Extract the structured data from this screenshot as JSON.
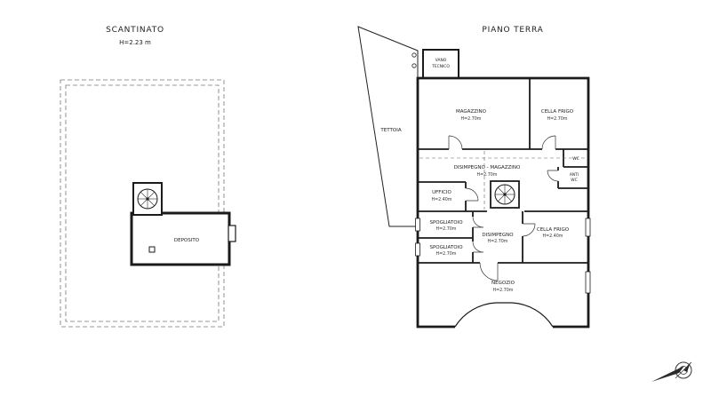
{
  "style": {
    "background": "#ffffff",
    "line_color": "#1b1b1b",
    "dashed_boundary_color": "#777777",
    "text_color": "#222222"
  },
  "icons": {
    "compass": "north-compass-icon",
    "spiral_stair": "spiral-staircase"
  },
  "basement": {
    "title": "SCANTINATO",
    "height_note": "H=2.23 m",
    "rooms": {
      "deposito": {
        "label": "DEPOSITO"
      }
    }
  },
  "ground": {
    "title": "PIANO TERRA",
    "rooms": {
      "vano_tecnico": {
        "line1": "VANO",
        "line2": "TECNICO"
      },
      "tettoia": {
        "label": "TETTOIA"
      },
      "magazzino": {
        "label": "MAGAZZINO",
        "height": "H=2.70m"
      },
      "cella_frigo_1": {
        "label": "CELLA FRIGO",
        "height": "H=2.70m"
      },
      "wc": {
        "label": "WC"
      },
      "anti_wc": {
        "line1": "ANTI",
        "line2": "WC"
      },
      "disimpegno_magazzino": {
        "label": "DISIMPEGNO - MAGAZZINO",
        "height": "H=2.70m"
      },
      "ufficio": {
        "label": "UFFICIO",
        "height": "H=2.40m"
      },
      "spogliatoio_1": {
        "label": "SPOGLIATOIO",
        "height": "H=2.70m"
      },
      "spogliatoio_2": {
        "label": "SPOGLIATOIO",
        "height": "H=2.70m"
      },
      "disimpegno": {
        "label": "DISIMPEGNO",
        "height": "H=2.70m"
      },
      "cella_frigo_2": {
        "label": "CELLA FRIGO",
        "height": "H=2.40m"
      },
      "negozio": {
        "label": "NEGOZIO",
        "height": "H=2.70m"
      }
    }
  }
}
